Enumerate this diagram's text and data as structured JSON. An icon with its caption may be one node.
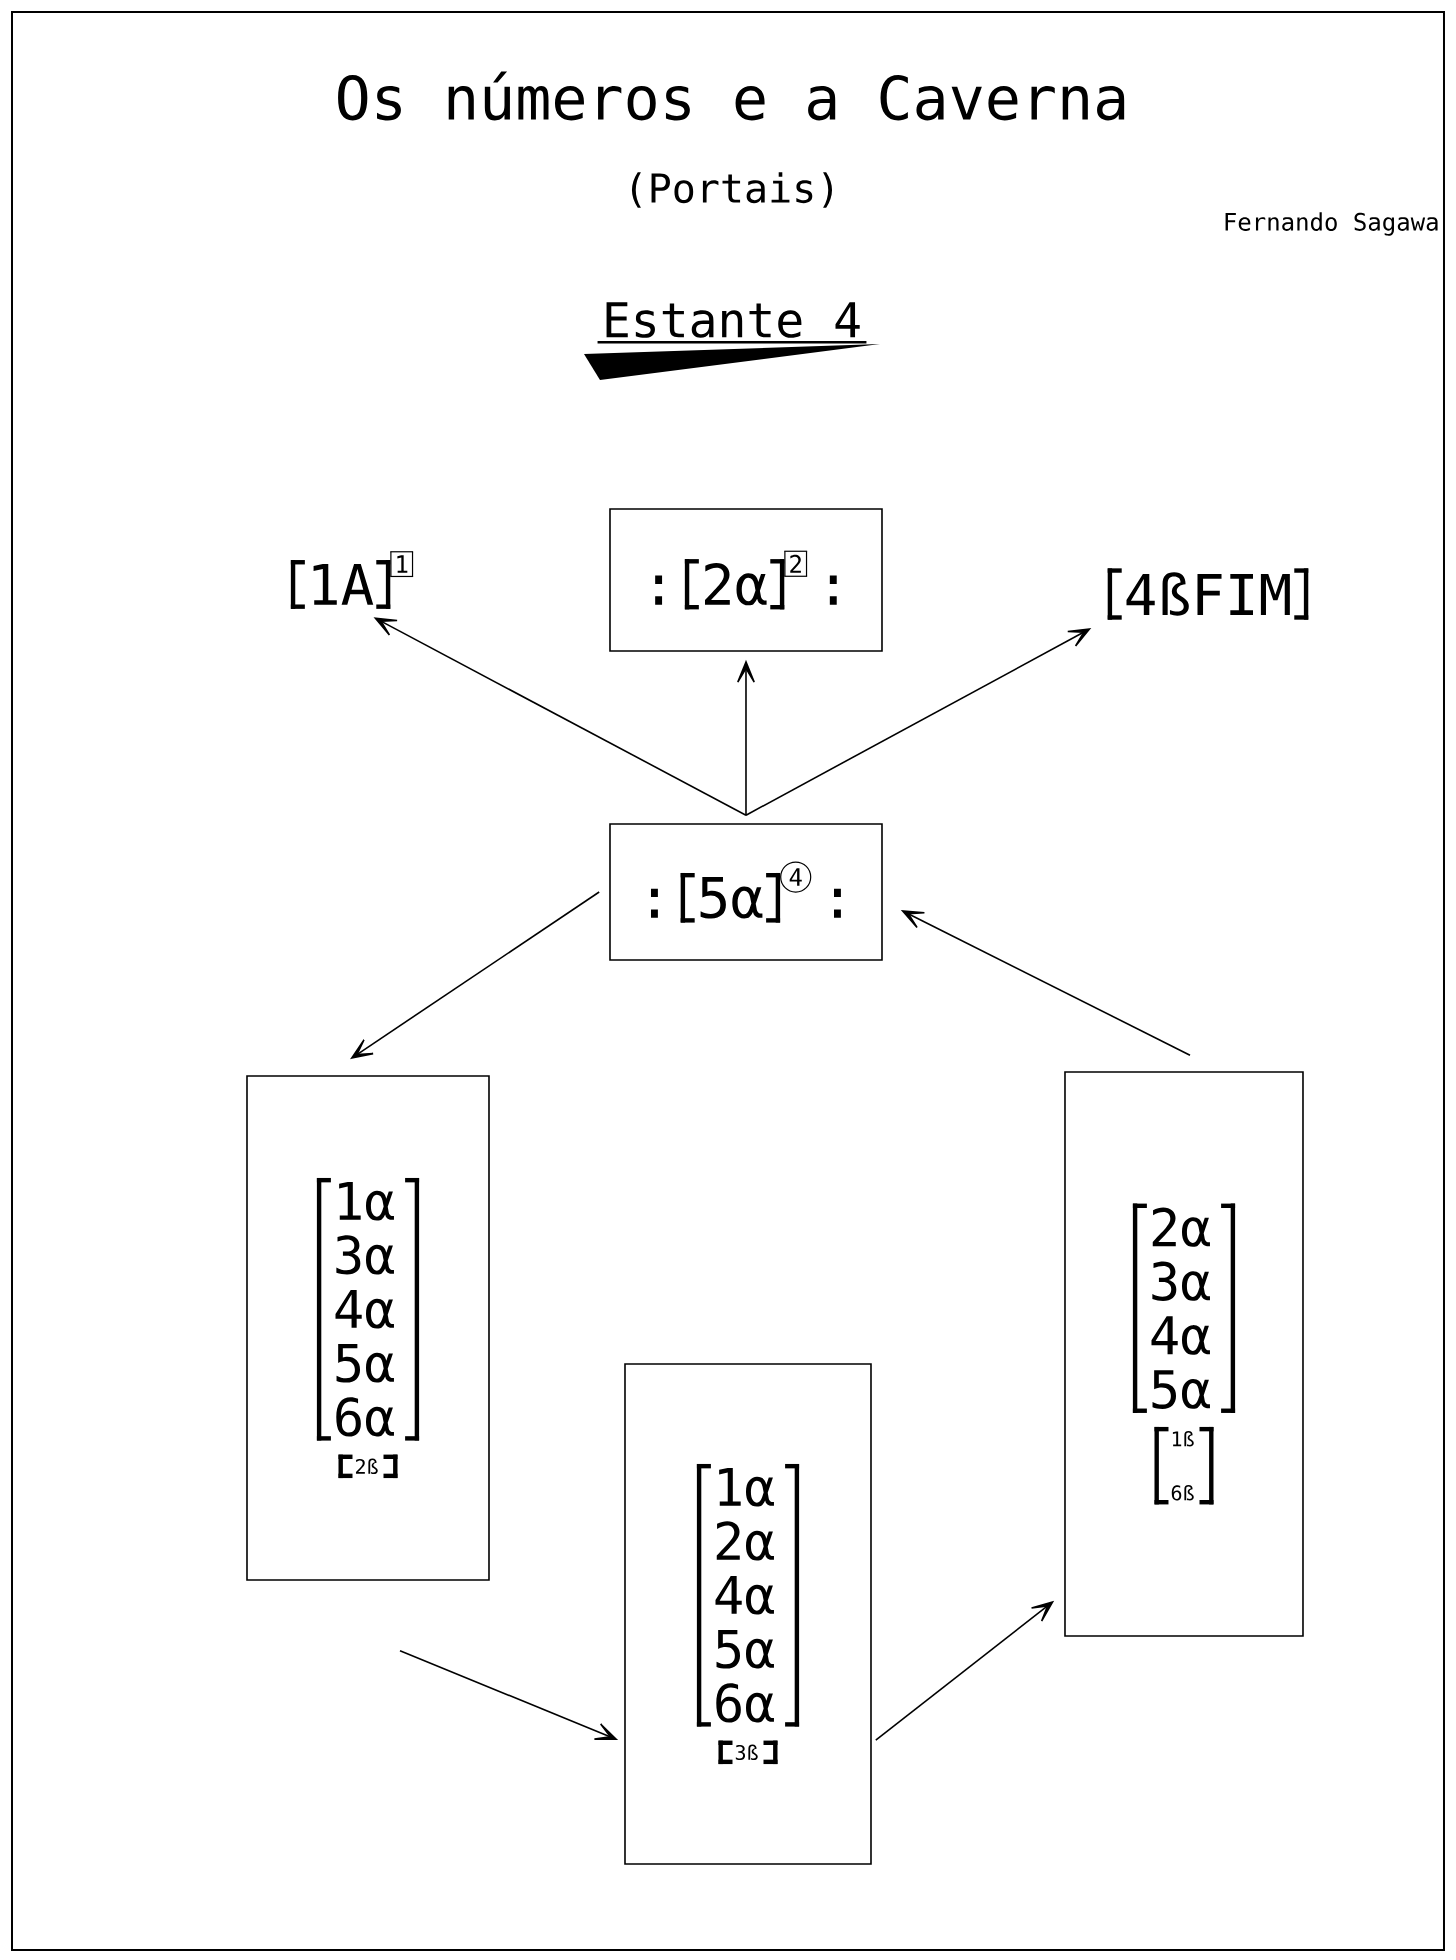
{
  "diagram": {
    "title": "Os números e a Caverna",
    "nodes": [
      {
        "text": [
          "1A",
          "1"
        ]
      },
      {
        "text": [
          ":",
          "2α",
          "2",
          ":"
        ]
      },
      {
        "text": [
          "4ßFIM"
        ]
      },
      {
        "text": [
          ":",
          "5α",
          "4",
          ":"
        ]
      },
      {
        "text": [
          "1α 3α 4α 5α 6α",
          "2ß"
        ]
      },
      {
        "text": [
          "1α 2α 4α 5α 6α",
          "3ß"
        ]
      },
      {
        "text": [
          "2α 3α 4α 5α",
          "1ß 6ß"
        ]
      }
    ],
    "edges": [
      {
        "from": 3,
        "to": 0,
        "arrow": "to"
      },
      {
        "from": 3,
        "to": 1,
        "arrow": "to"
      },
      {
        "from": 3,
        "to": 2,
        "arrow": "to"
      },
      {
        "from": 3,
        "to": 4,
        "arrow": "to"
      },
      {
        "from": 4,
        "to": 5,
        "arrow": "to"
      },
      {
        "from": 5,
        "to": 6,
        "arrow": "to"
      },
      {
        "from": 6,
        "to": 3,
        "arrow": "to"
      }
    ],
    "labels": [
      "(Portais)",
      "Fernando Sagawa",
      "Estante 4"
    ]
  }
}
